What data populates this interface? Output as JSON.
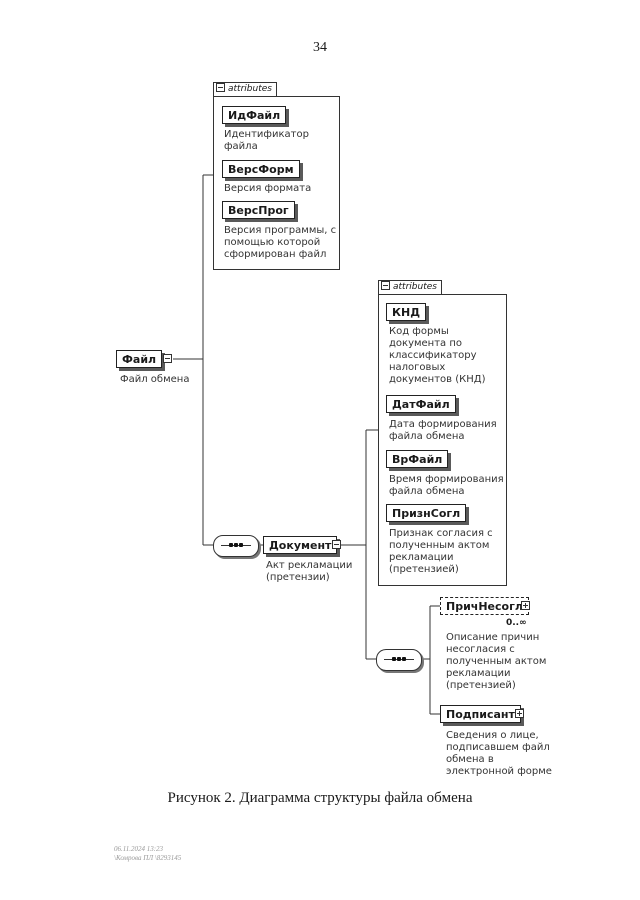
{
  "page_number": "34",
  "caption": "Рисунок 2. Диаграмма структуры файла обмена",
  "footer": {
    "line1": "06.11.2024 13:23",
    "line2": "\\Комрова ПЛ \\8293145"
  },
  "root": {
    "label": "Файл",
    "description": "Файл обмена"
  },
  "file_attributes": {
    "tab": "attributes",
    "items": [
      {
        "label": "ИдФайл",
        "description": [
          "Идентификатор",
          "файла"
        ]
      },
      {
        "label": "ВерсФорм",
        "description": [
          "Версия формата"
        ]
      },
      {
        "label": "ВерсПрог",
        "description": [
          "Версия программы, с",
          "помощью которой",
          "сформирован файл"
        ]
      }
    ]
  },
  "document": {
    "label": "Документ",
    "description": [
      "Акт рекламации",
      "(претензии)"
    ]
  },
  "document_attributes": {
    "tab": "attributes",
    "items": [
      {
        "label": "КНД",
        "description": [
          "Код формы",
          "документа по",
          "классификатору",
          "налоговых",
          "документов (КНД)"
        ]
      },
      {
        "label": "ДатФайл",
        "description": [
          "Дата формирования",
          "файла обмена"
        ]
      },
      {
        "label": "ВрФайл",
        "description": [
          "Время формирования",
          "файла обмена"
        ]
      },
      {
        "label": "ПризнСогл",
        "description": [
          "Признак согласия с",
          "полученным актом",
          "рекламации",
          "(претензией)"
        ]
      }
    ]
  },
  "children": [
    {
      "label": "ПричНесогл",
      "cardinality": "0..∞",
      "optional": true,
      "description": [
        "Описание причин",
        "несогласия с",
        "полученным актом",
        "рекламации",
        "(претензией)"
      ]
    },
    {
      "label": "Подписант",
      "optional": false,
      "description": [
        "Сведения о лице,",
        "подписавшем файл",
        "обмена в",
        "электронной форме"
      ]
    }
  ]
}
